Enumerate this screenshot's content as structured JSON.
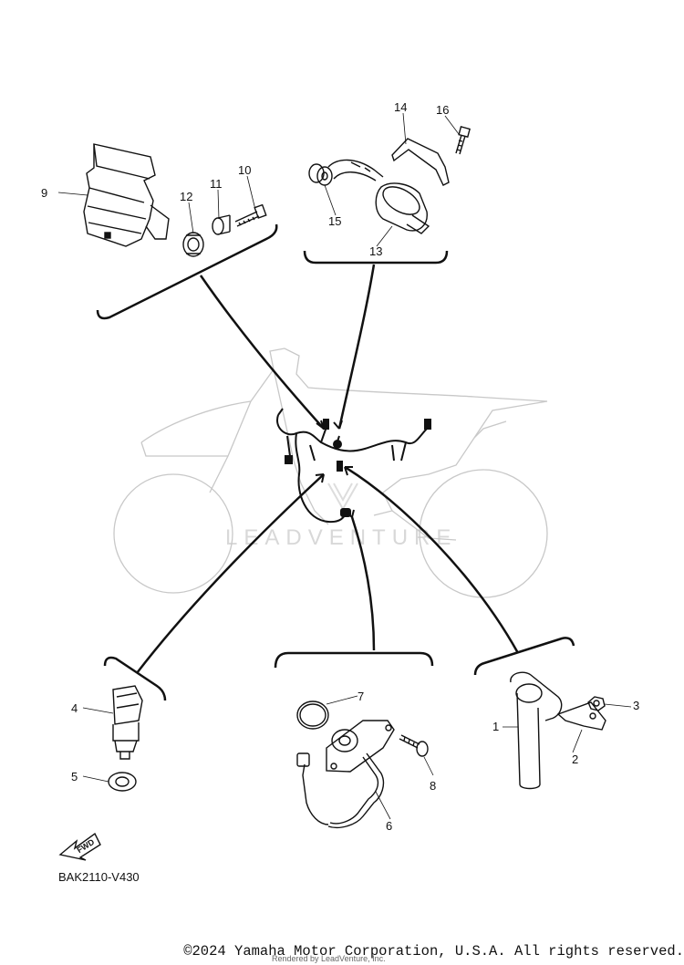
{
  "diagram": {
    "callouts": {
      "c1": "1",
      "c2": "2",
      "c3": "3",
      "c4": "4",
      "c5": "5",
      "c6": "6",
      "c7": "7",
      "c8": "8",
      "c9": "9",
      "c10": "10",
      "c11": "11",
      "c12": "12",
      "c13": "13",
      "c14": "14",
      "c15": "15",
      "c16": "16"
    },
    "fwd_label": "FWD",
    "diagram_code": "BAK2110-V430",
    "watermark": "LEADVENTURE",
    "copyright": "©2024 Yamaha Motor Corporation, U.S.A. All rights reserved.",
    "rendered_by": "Rendered by LeadVenture, Inc."
  }
}
